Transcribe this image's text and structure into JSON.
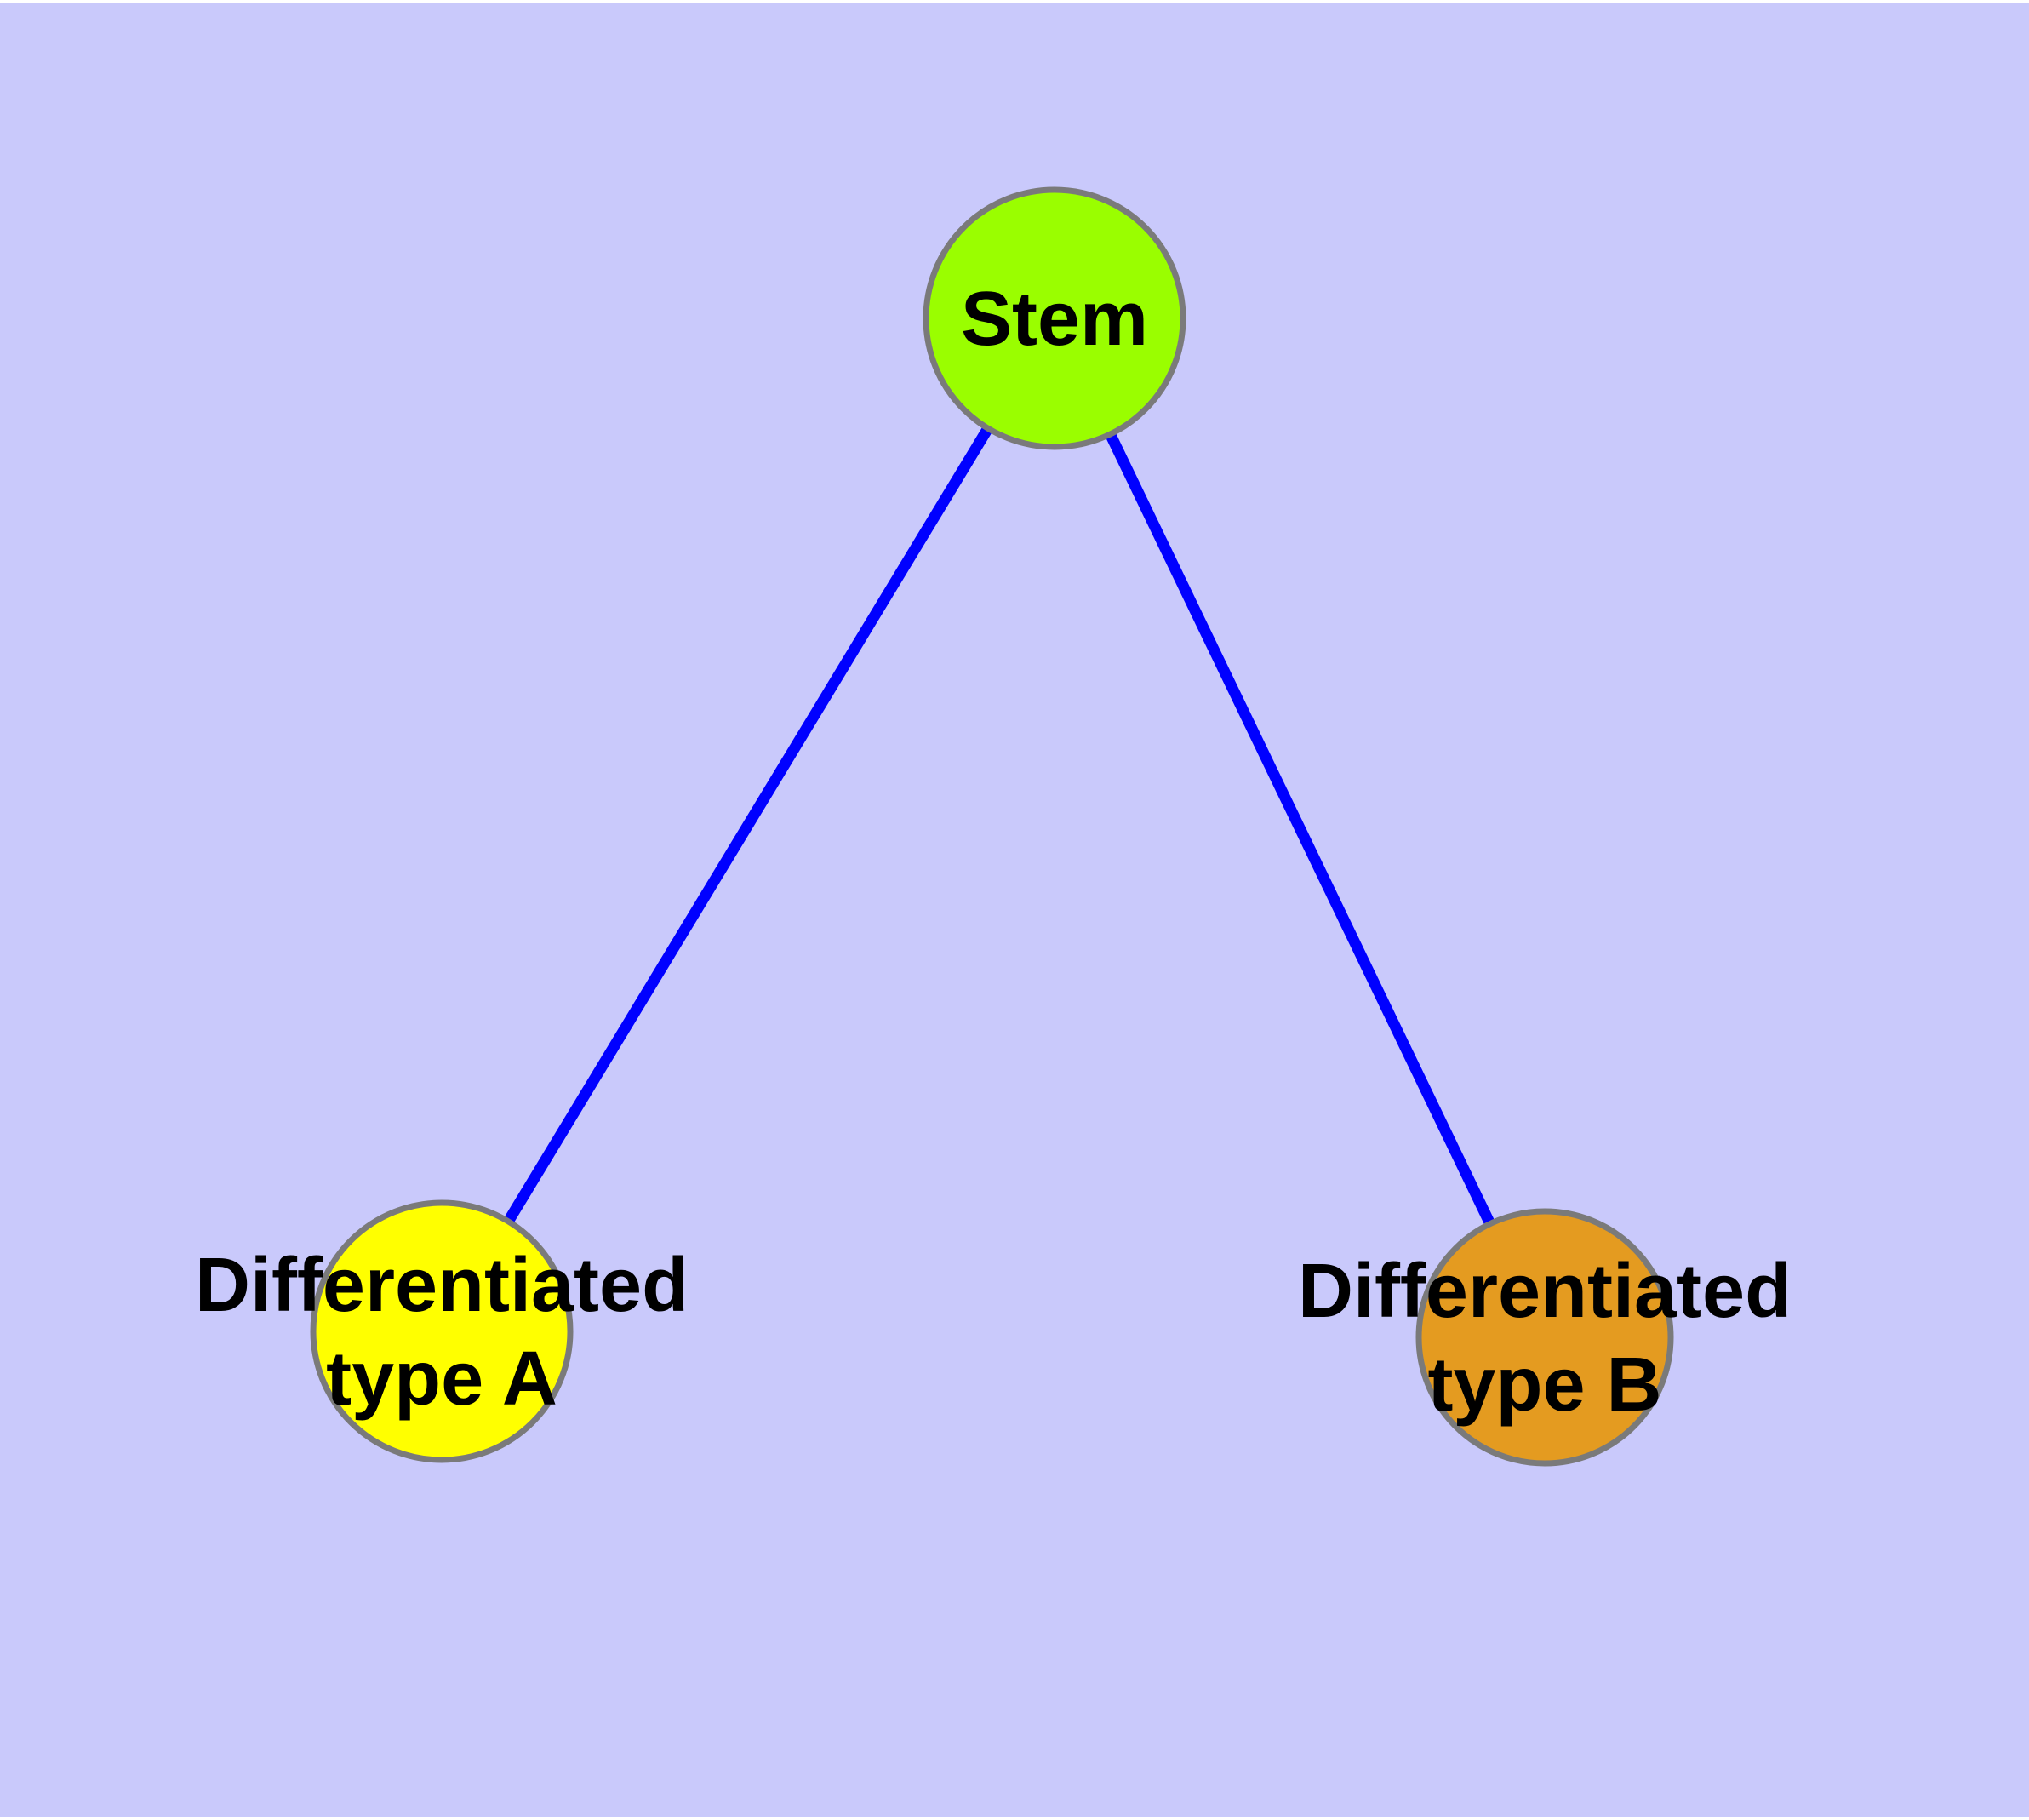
{
  "diagram": {
    "background_color": "#C9C9FB",
    "page_border_color": "#FFFFFF",
    "edge_color": "#0000FF",
    "node_border_color": "#7A7A7A",
    "text_color": "#000000",
    "nodes": [
      {
        "id": "stem",
        "label": "Stem",
        "label_lines": [
          "Stem"
        ],
        "fill": "#9AFE00"
      },
      {
        "id": "differentiated-type-a",
        "label": "Differentiated type A",
        "label_lines": [
          "Differentiated",
          "type A"
        ],
        "fill": "#FFFF00"
      },
      {
        "id": "differentiated-type-b",
        "label": "Differentiated type B",
        "label_lines": [
          "Differentiated",
          "type B"
        ],
        "fill": "#E49B20"
      }
    ],
    "edges": [
      {
        "from": "Stem",
        "to": "Differentiated type A"
      },
      {
        "from": "Stem",
        "to": "Differentiated type B"
      }
    ]
  }
}
